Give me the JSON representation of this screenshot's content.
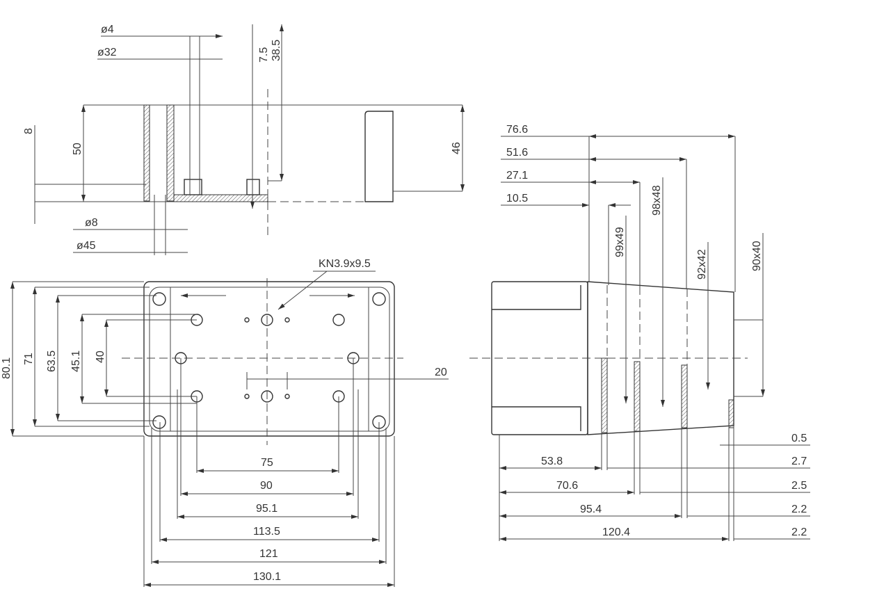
{
  "section_view": {
    "d_4": "ø4",
    "d_32": "ø32",
    "h_7_5": "7.5",
    "h_38_5": "38.5",
    "h_8": "8",
    "h_50": "50",
    "h_46": "46",
    "d_8": "ø8",
    "d_45": "ø45"
  },
  "plan_view": {
    "screw": "KN3.9x9.5",
    "v_80_1": "80.1",
    "v_71": "71",
    "v_63_5": "63.5",
    "v_45_1": "45.1",
    "v_40": "40",
    "v_20": "20",
    "h_75": "75",
    "h_90": "90",
    "h_95_1": "95.1",
    "h_113_5": "113.5",
    "h_121": "121",
    "h_130_1": "130.1"
  },
  "side_view": {
    "t_76_6": "76.6",
    "t_51_6": "51.6",
    "t_27_1": "27.1",
    "t_10_5": "10.5",
    "p_99x49": "99x49",
    "p_98x48": "98x48",
    "p_92x42": "92x42",
    "p_90x40": "90x40",
    "b_0_5": "0.5",
    "b_53_8": "53.8",
    "b_2_7": "2.7",
    "b_70_6": "70.6",
    "b_2_5": "2.5",
    "b_95_4": "95.4",
    "b_2_2a": "2.2",
    "b_120_4": "120.4",
    "b_2_2b": "2.2"
  }
}
